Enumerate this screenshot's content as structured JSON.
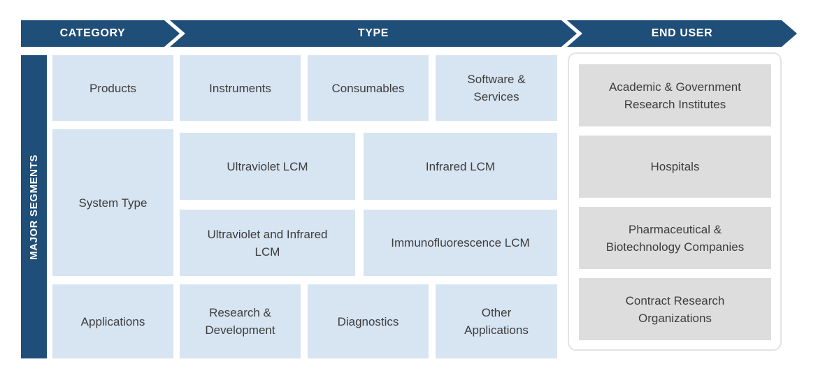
{
  "colors": {
    "dark_blue": "#1f4e79",
    "light_blue": "#d7e4f1",
    "gray_box": "#dddddd",
    "card_border": "#e3e3e3",
    "text_dark": "#3d3d3d",
    "banner_text": "#ffffff"
  },
  "header": {
    "banners": [
      {
        "label": "CATEGORY"
      },
      {
        "label": "TYPE"
      },
      {
        "label": "END USER"
      }
    ]
  },
  "sidebar": {
    "label": "MAJOR SEGMENTS"
  },
  "category_column": [
    "Products",
    "System Type",
    "Applications"
  ],
  "type_grid": {
    "row1": [
      "Instruments",
      "Consumables",
      "Software & Services"
    ],
    "row2": [
      "Ultraviolet LCM",
      "Infrared LCM"
    ],
    "row3": [
      "Ultraviolet and Infrared LCM",
      "Immunofluorescence LCM"
    ],
    "row4": [
      "Research & Development",
      "Diagnostics",
      "Other Applications"
    ]
  },
  "end_user_list": [
    "Academic & Government Research Institutes",
    "Hospitals",
    "Pharmaceutical & Biotechnology Companies",
    "Contract Research Organizations"
  ]
}
